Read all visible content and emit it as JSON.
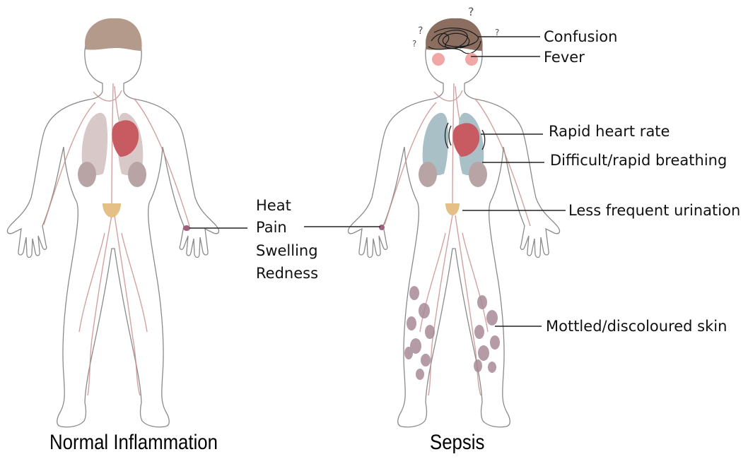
{
  "normal": {
    "title": "Normal Inflammation",
    "symptoms": [
      "Heat",
      "Pain",
      "Swelling",
      "Redness"
    ]
  },
  "sepsis": {
    "title": "Sepsis",
    "symptoms": [
      "Confusion",
      "Fever",
      "Rapid heart rate",
      "Difficult/rapid breathing",
      "Less frequent urination",
      "Mottled/discoloured skin"
    ],
    "confusion_marks": [
      "?",
      "?",
      "?",
      "?"
    ]
  },
  "colors": {
    "outline": "#8a8a8a",
    "hair": "#b49a8a",
    "heart": "#c85a62",
    "lungs_normal": "#d9c8c8",
    "lungs_sepsis": "#a9c0c7",
    "kidney": "#b8a4a4",
    "bladder": "#e4bf86",
    "vessel": "#c98a8a",
    "mottle": "#a88a96",
    "fever": "#f2a7a7",
    "leader_line": "#222222"
  }
}
